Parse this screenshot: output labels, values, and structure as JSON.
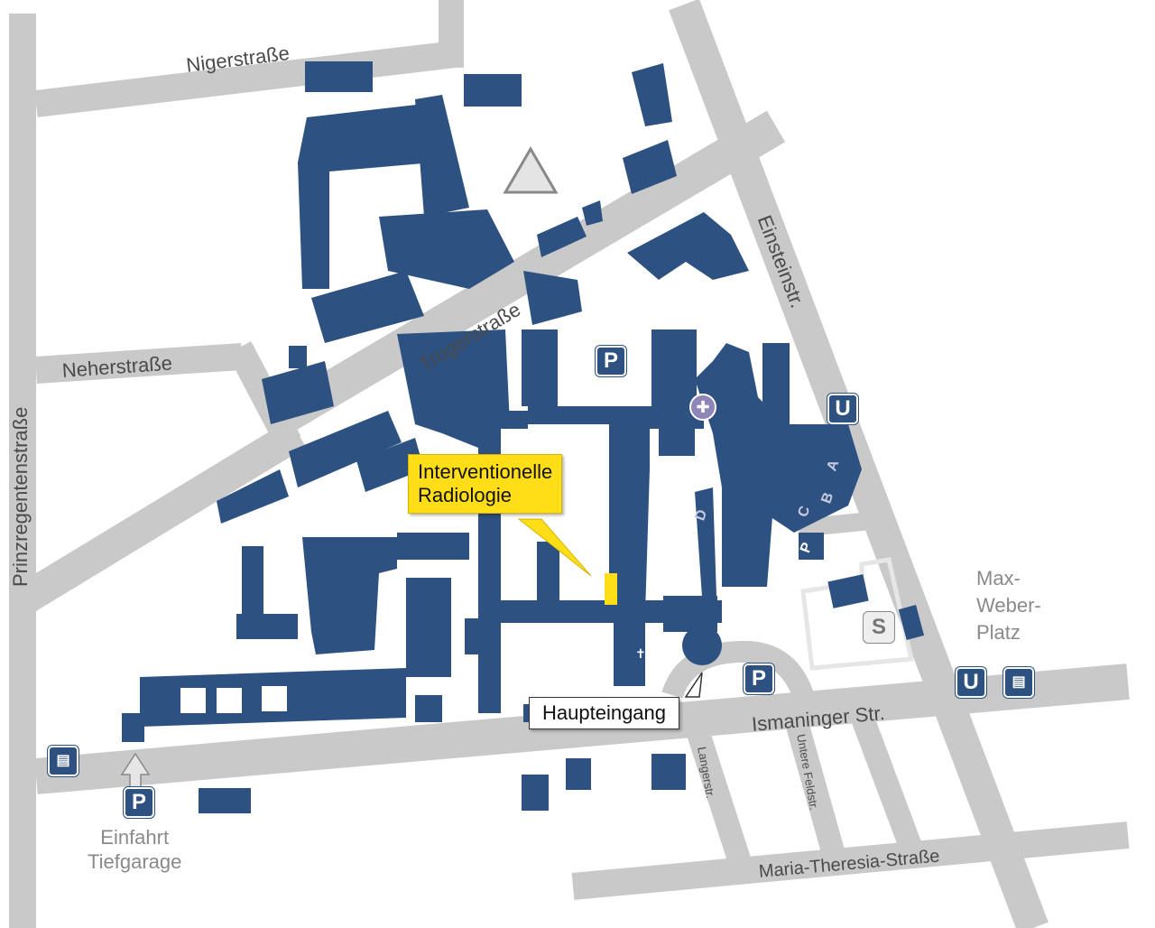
{
  "streets": {
    "niger": "Nigerstraße",
    "troger": "Trogerstraße",
    "neher": "Neherstraße",
    "prinzregenten": "Prinzregentenstraße",
    "einstein": "Einsteinstr.",
    "ismaninger": "Ismaninger Str.",
    "maria_theresia": "Maria-Theresia-Straße",
    "langer": "Langerstr.",
    "untere_feld": "Untere Feldstr."
  },
  "places": {
    "max_weber_platz": [
      "Max-",
      "Weber-",
      "Platz"
    ],
    "einfahrt": [
      "Einfahrt",
      "Tiefgarage"
    ]
  },
  "callouts": {
    "destination": [
      "Interventionelle",
      "Radiologie"
    ],
    "main_entrance": "Haupteingang"
  },
  "building_letters": [
    "A",
    "B",
    "C",
    "D",
    "P"
  ],
  "icons": {
    "parking": "P",
    "ubahn": "U",
    "cross": "✚"
  },
  "colors": {
    "building": "#2d5180",
    "road": "#c9c9c9",
    "highlight": "#ffde17"
  }
}
